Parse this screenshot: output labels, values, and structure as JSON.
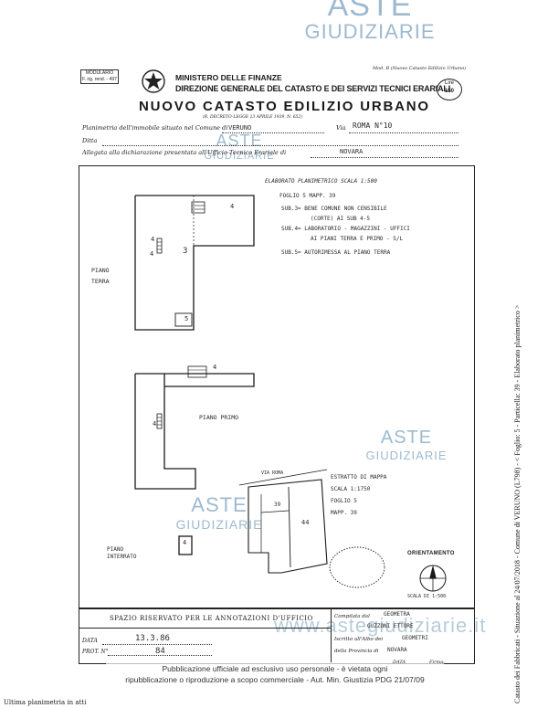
{
  "watermark": {
    "brand_top": "ASTE",
    "brand_bottom": "GIUDIZIARIE",
    "url": "www.astegiudiziarie.it"
  },
  "header": {
    "modulo_label": "MODULARIO",
    "modulo_code": "F. rig. rend. - 497",
    "ministry": "MINISTERO DELLE FINANZE",
    "direction": "DIREZIONE GENERALE DEL CATASTO E DEI SERVIZI TECNICI ERARIALI",
    "title": "NUOVO CATASTO EDILIZIO URBANO",
    "decree": "(R. DECRETO-LEGGE 13 APRILE 1939, N. 652)",
    "mod_ref": "Mod. B (Nuovo Catasto Edilizio Urbano)",
    "stamp_line1": "Lire",
    "stamp_line2": "150"
  },
  "form": {
    "planimetria_prefix": "Planimetria dell'immobile situato nel Comune di",
    "comune": "VERUNO",
    "via_prefix": "Via",
    "via": "ROMA N°10",
    "ditta_label": "Ditta",
    "allegata_text": "Allegata alla dichiarazione presentata all'Ufficio Tecnico Erariale di",
    "ufficio": "NOVARA"
  },
  "plan_notes": {
    "title": "ELABORATO PLANIMETRICO SCALA 1:500",
    "foglio": "FOGLIO 5 MAPP. 39",
    "sub3": "SUB.3= BENE COMUNE NON CENSIBILE",
    "sub3b": "(CORTE) AI SUB 4-5",
    "sub4": "SUB.4= LABORATORIO - MAGAZZINI - UFFICI",
    "sub4b": "AI PIANI TERRA E PRIMO - S/L",
    "sub5": "SUB.5= AUTORIMESSA AL PIANO TERRA"
  },
  "floors": {
    "ground": "PIANO TERRA",
    "first": "PIANO PRIMO",
    "basement_line1": "PIANO",
    "basement_line2": "INTERRATO"
  },
  "labels": {
    "n3": "3",
    "n4": "4",
    "n5": "5",
    "n44": "44",
    "n39": "39"
  },
  "estratto": {
    "title": "ESTRATTO DI MAPPA",
    "scale": "SCALA 1:1750",
    "foglio": "FOGLIO 5",
    "mapp": "MAPP. 39",
    "street": "VIA ROMA"
  },
  "orientation": {
    "label": "ORIENTAMENTO",
    "scale": "SCALA DI 1:500"
  },
  "footer": {
    "reserved": "SPAZIO RISERVATO PER LE ANNOTAZIONI D'UFFICIO",
    "data_label": "DATA",
    "data_value": "13.3.86",
    "prot_label": "PROT. N°",
    "prot_value": "84",
    "compilata": "Compilata dal",
    "compilata_value": "GEOMETRA",
    "compilata_name": "GUZZONI ETTORE",
    "iscritto": "Iscritto all'Albo dei",
    "iscritto_value": "GEOMETRI",
    "provincia": "della Provincia di",
    "provincia_value": "NOVARA",
    "data2": "DATA",
    "firma": "Firma:"
  },
  "disclaimer": {
    "line1": "Pubblicazione ufficiale ad esclusivo uso personale - è vietata ogni",
    "line2": "ripubblicazione o riproduzione a scopo commerciale - Aut. Min. Giustizia PDG 21/07/09"
  },
  "bottom_note": "Ultima planimetria in atti",
  "side_text": "Catasto dei Fabbricati - Situazione al 24/07/2018 - Comune di VERUNO (L798) - < Foglio: 5 - Particella: 39 - Elaborato planimetrico >"
}
